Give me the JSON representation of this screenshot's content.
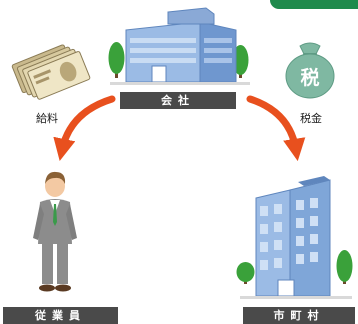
{
  "nodes": {
    "company": {
      "label": "会社"
    },
    "employee": {
      "label": "従業員"
    },
    "city": {
      "label": "市町村"
    }
  },
  "flows": {
    "salary": {
      "label": "給料"
    },
    "tax": {
      "label": "税金"
    }
  },
  "icons": {
    "money": "money-bills-icon",
    "tax_bag": "tax-bag-icon",
    "tax_glyph": "税"
  },
  "colors": {
    "arrow": "#e8501e",
    "label_bar": "#4a4a4a",
    "tax_bag": "#7fb8a2",
    "building": "#7fa6d8",
    "tree": "#3aa13a",
    "accent_tab": "#1f8a4c"
  }
}
